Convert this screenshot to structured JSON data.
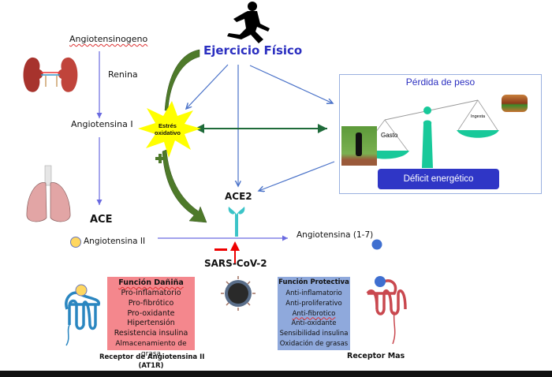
{
  "title": "Ejercicio Físico",
  "ras_axis": {
    "angiotensinogen": "Angiotensinogeno",
    "renin": "Renina",
    "angiotensin_1": "Angiotensina I",
    "ace": "ACE",
    "angiotensin_2": "Angiotensina II",
    "ace2": "ACE2",
    "angiotensin_1_7": "Angiotensina (1-7)",
    "sars": "SARS-CoV-2",
    "inhibit_sign": "−",
    "plus_sign": "+"
  },
  "oxidative_stress": {
    "line1": "Estrés",
    "line2": "oxidativo"
  },
  "weight_loss": {
    "title": "Pérdida de peso",
    "left_pan": "Gasto",
    "right_pan": "Ingesta",
    "deficit": "Déficit energético"
  },
  "harmful": {
    "header": "Función Dañiña",
    "items": [
      "Pro-inflamatorio",
      "Pro-fibrótico",
      "Pro-oxidante",
      "Hipertensión",
      "Resistencia insulina",
      "Almacenamiento de grasa"
    ],
    "receptor_line1": "Receptor de Angiotensina II",
    "receptor_line2": "(AT1R)"
  },
  "protective": {
    "header": "Función Protectiva",
    "items": [
      "Anti-inflamatorio",
      "Anti-proliferativo",
      "Anti-fibrotico",
      "Anti-oxidante",
      "Sensibilidad insulina",
      "Oxidación de grasas"
    ],
    "receptor": "Receptor Mas"
  },
  "colors": {
    "title_blue": "#2b2fc0",
    "arrow_blue": "#4a72c8",
    "green_arrow": "#1f6b3a",
    "olive_arrow": "#4e7a2a",
    "harm_box": "#f4878d",
    "protect_box": "#8fa9dc",
    "deficit_box": "#2f36c6",
    "scale_teal": "#18c99a",
    "star_yellow": "#ffff00"
  }
}
